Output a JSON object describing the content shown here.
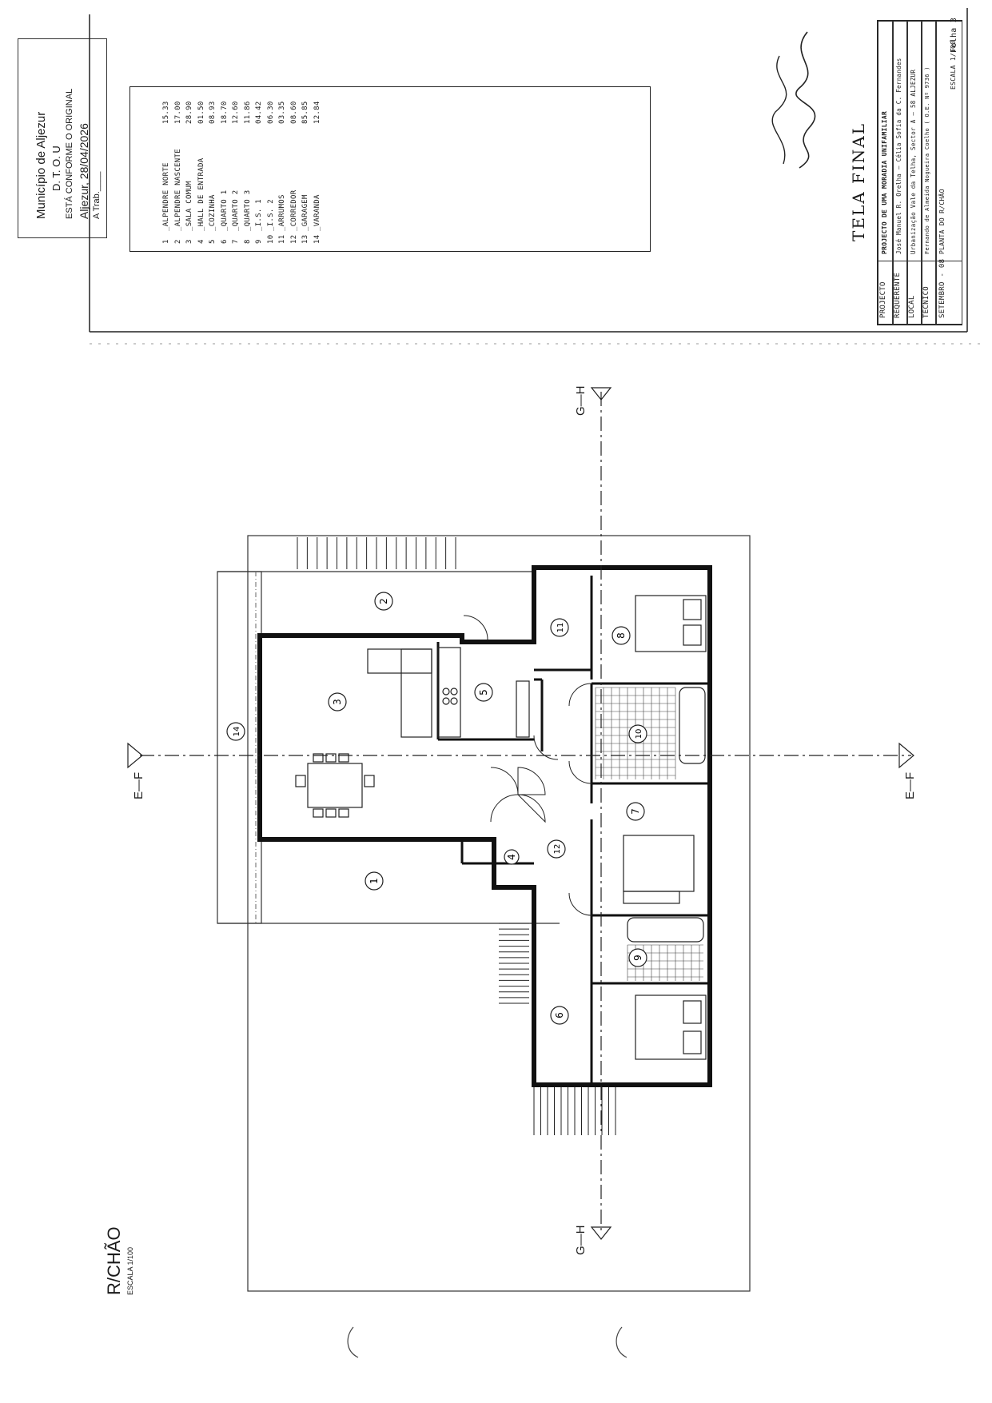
{
  "stamp": {
    "line1": "Município de Aljezur",
    "line2": "D. T. O. U",
    "line3": "ESTÁ CONFORME O ORIGINAL",
    "line4": "Aljezur, 28/04/2026",
    "line5": "A Trab.____"
  },
  "legend": {
    "items": [
      {
        "num": "1",
        "name": "_ALPENDRE NORTE",
        "area": "15.33"
      },
      {
        "num": "2",
        "name": "_ALPENDRE NASCENTE",
        "area": "17.00"
      },
      {
        "num": "3",
        "name": "_SALA COMUM",
        "area": "28.90"
      },
      {
        "num": "4",
        "name": "_HALL DE ENTRADA",
        "area": "01.50"
      },
      {
        "num": "5",
        "name": "_COZINHA",
        "area": "08.93"
      },
      {
        "num": "6",
        "name": "_QUARTO 1",
        "area": "18.70"
      },
      {
        "num": "7",
        "name": "_QUARTO 2",
        "area": "12.60"
      },
      {
        "num": "8",
        "name": "_QUARTO 3",
        "area": "11.86"
      },
      {
        "num": "9",
        "name": "_I.S. 1",
        "area": "04.42"
      },
      {
        "num": "10",
        "name": "_I.S. 2",
        "area": "06.30"
      },
      {
        "num": "11",
        "name": "_ARRUMOS",
        "area": "03.35"
      },
      {
        "num": "12",
        "name": "_CORREDOR",
        "area": "08.60"
      },
      {
        "num": "13",
        "name": "_GARAGEM",
        "area": "85.85"
      },
      {
        "num": "14",
        "name": "_VARANDA",
        "area": "12.84"
      }
    ]
  },
  "title_block": {
    "heading": "TELA FINAL",
    "projecto_label": "PROJECTO",
    "projecto_value": "PROJECTO DE UMA MORADIA UNIFAMILIAR",
    "requerente_label": "REQUERENTE",
    "requerente_value": "José Manuel R. Orelha — Célia Sofia da C. Fernandes",
    "local_label": "LOCAL",
    "local_value": "Urbanização Vale da Telha, Sector A — 58 ALJEZUR",
    "tecnico_label": "TÉCNICO",
    "tecnico_value": "Fernando de Almeida Nogueira Coelho ( O.E. Nº 9736 )",
    "escala_value": "ESCALA 1/100",
    "data_label": "SETEMBRO - 08",
    "planta_value": "PLANTA DO R/CHÃO",
    "folha_value": "Folha 3"
  },
  "plan": {
    "title": "R/CHÃO",
    "scale": "ESCALA 1/100",
    "section_ef": "E—F",
    "section_gh": "G—H",
    "room_numbers": [
      "1",
      "2",
      "3",
      "4",
      "5",
      "6",
      "7",
      "8",
      "9",
      "10",
      "11",
      "12",
      "14"
    ]
  }
}
